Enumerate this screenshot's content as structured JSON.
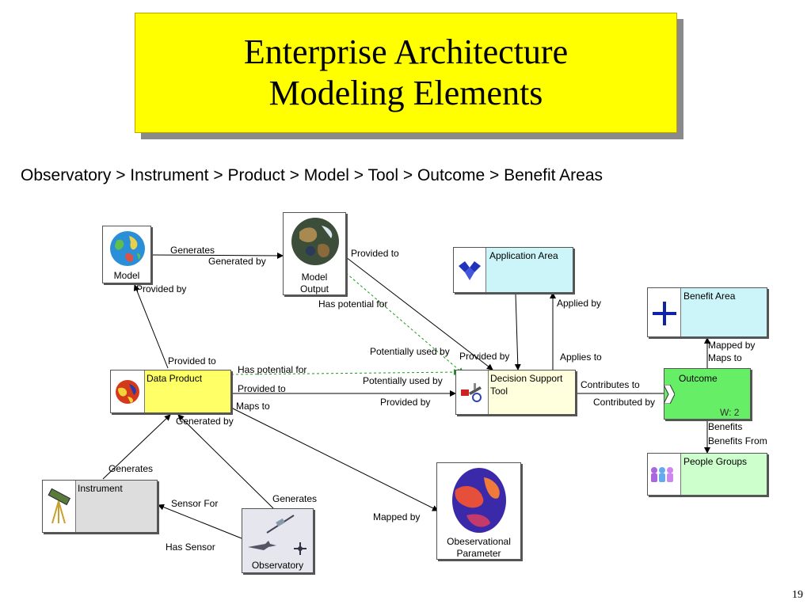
{
  "slide": {
    "title_line1": "Enterprise Architecture",
    "title_line2": "Modeling Elements",
    "subtitle": "Observatory > Instrument > Product > Model > Tool > Outcome > Benefit Areas",
    "page_number": "19"
  },
  "nodes": {
    "model": {
      "label": "Model"
    },
    "model_output": {
      "label_line1": "Model",
      "label_line2": "Output"
    },
    "application_area": {
      "label": "Application Area",
      "color": "#ccf5fa"
    },
    "benefit_area": {
      "label": "Benefit Area",
      "color": "#ccf5fa"
    },
    "data_product": {
      "label": "Data Product",
      "color": "#ffff66"
    },
    "decision_support_tool": {
      "label_line1": "Decision Support",
      "label_line2": "Tool",
      "color": "#ffffdd"
    },
    "outcome": {
      "label": "Outcome",
      "weight": "W: 2",
      "color": "#66ee66"
    },
    "people_groups": {
      "label": "People Groups",
      "color": "#ccffcc"
    },
    "instrument": {
      "label": "Instrument",
      "color": "#dddddd"
    },
    "observatory": {
      "label": "Observatory"
    },
    "observational_parameter": {
      "label_line1": "Obeservational",
      "label_line2": "Parameter"
    }
  },
  "edge_labels": {
    "generates_model": "Generates",
    "generated_by_model": "Generated by",
    "provided_to_model_output": "Provided to",
    "provided_by_model": "Provided by",
    "has_potential_for_model_output": "Has potential for",
    "provided_to_data_product": "Provided to",
    "has_potential_for_data_product": "Has potential for",
    "provided_to_tool": "Provided to",
    "maps_to_data_product": "Maps to",
    "generated_by_data_product": "Generated by",
    "potentially_used_by_1": "Potentially used by",
    "provided_by_tool_top": "Provided by",
    "potentially_used_by_2": "Potentially used by",
    "provided_by_tool_bottom": "Provided by",
    "applied_by": "Applied by",
    "applies_to": "Applies to",
    "contributes_to": "Contributes to",
    "contributed_by": "Contributed by",
    "mapped_by_benefit": "Mapped by",
    "maps_to_benefit": "Maps to",
    "benefits": "Benefits",
    "benefits_from": "Benefits From",
    "generates_instrument": "Generates",
    "sensor_for": "Sensor For",
    "has_sensor": "Has Sensor",
    "generates_observatory": "Generates",
    "mapped_by_parameter": "Mapped by"
  }
}
